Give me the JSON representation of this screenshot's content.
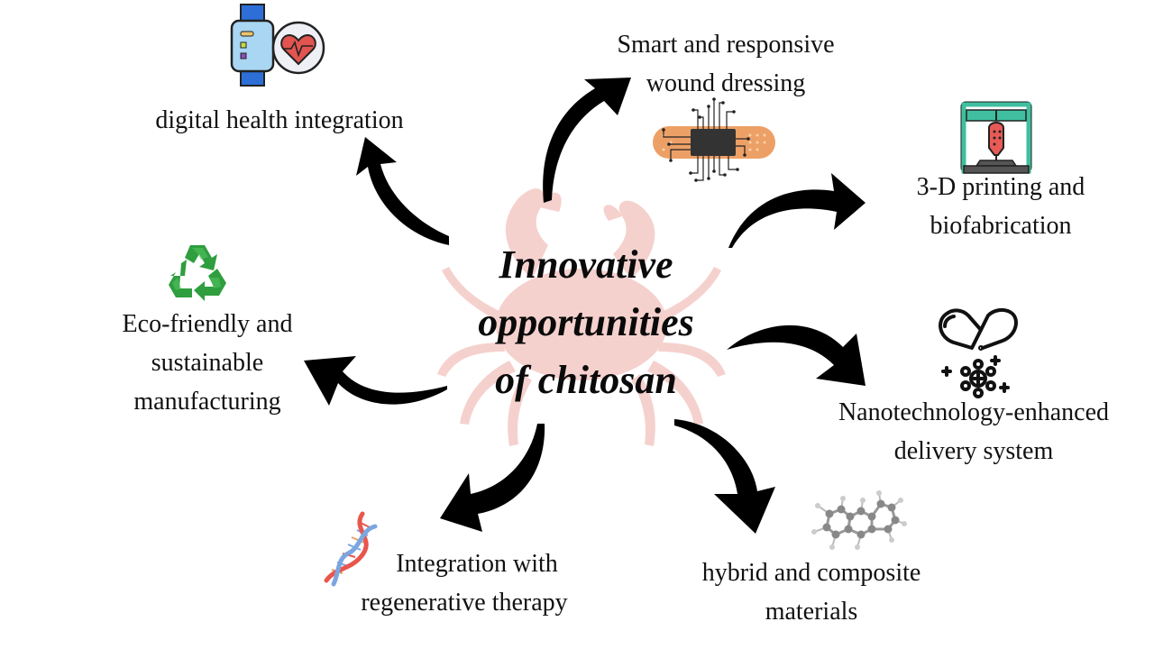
{
  "diagram": {
    "center": {
      "title_lines": [
        "Innovative",
        "opportunities",
        "of  chitosan"
      ],
      "background_icon": "crab-icon",
      "background_color": "#f4c9c6"
    },
    "nodes": [
      {
        "id": "digital-health",
        "lines": [
          "digital health integration"
        ],
        "icon": "smartwatch-heart-icon"
      },
      {
        "id": "smart-wound-dressing",
        "lines": [
          "Smart and responsive",
          "wound dressing"
        ],
        "icon": "chip-bandage-icon"
      },
      {
        "id": "3d-printing",
        "lines": [
          "3-D printing and",
          "biofabrication"
        ],
        "icon": "3d-printer-icon"
      },
      {
        "id": "nanotech-delivery",
        "lines": [
          "Nanotechnology-enhanced",
          "delivery system"
        ],
        "icon": "capsule-molecule-icon"
      },
      {
        "id": "hybrid-composite",
        "lines": [
          "hybrid and composite",
          "materials"
        ],
        "icon": "molecule-structure-icon"
      },
      {
        "id": "regenerative-therapy",
        "lines": [
          "Integration with",
          "regenerative therapy"
        ],
        "icon": "dna-icon"
      },
      {
        "id": "eco-friendly",
        "lines": [
          "Eco-friendly and",
          "sustainable",
          "manufacturing"
        ],
        "icon": "recycle-icon"
      }
    ],
    "colors": {
      "arrow": "#000000",
      "watch_band": "#2d6fd6",
      "watch_face": "#a9d6f2",
      "heart": "#e2544f",
      "bandage": "#eda066",
      "chip": "#333333",
      "printer_frame": "#3fbf9f",
      "printer_nozzle": "#e85a56",
      "recycle": "#2e9e3e",
      "dna_red": "#e8564c",
      "dna_blue": "#7ba6e0"
    }
  }
}
